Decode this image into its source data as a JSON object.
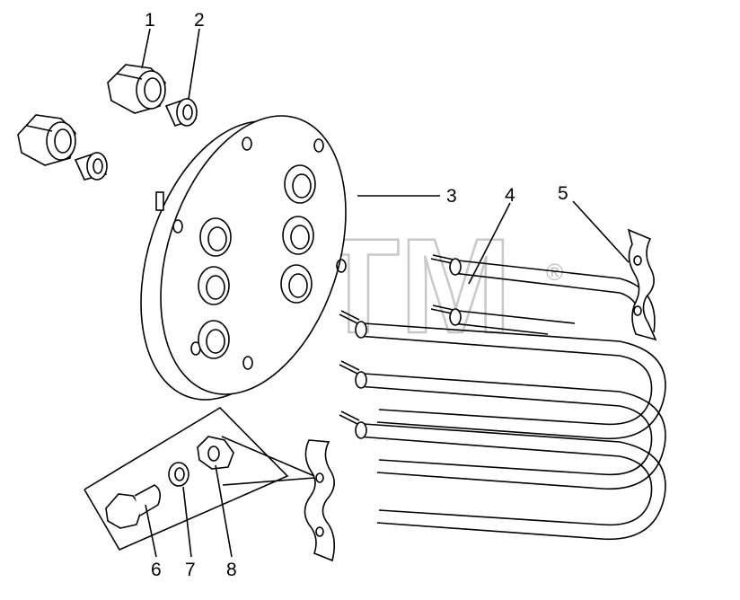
{
  "watermark": {
    "text": "BTM",
    "registered": "®"
  },
  "callouts": [
    {
      "id": "1",
      "label": "1"
    },
    {
      "id": "2",
      "label": "2"
    },
    {
      "id": "3",
      "label": "3"
    },
    {
      "id": "4",
      "label": "4"
    },
    {
      "id": "5",
      "label": "5"
    },
    {
      "id": "6",
      "label": "6"
    },
    {
      "id": "7",
      "label": "7"
    },
    {
      "id": "8",
      "label": "8"
    }
  ]
}
